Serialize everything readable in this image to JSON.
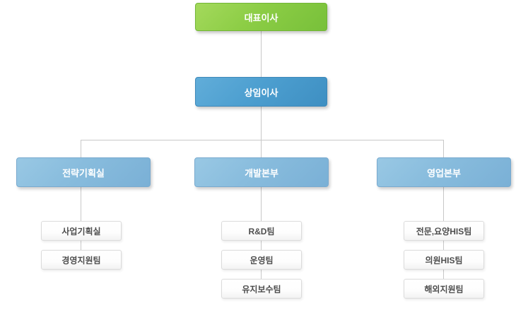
{
  "org_chart": {
    "nodes": {
      "ceo": "대표이사",
      "executive_director": "상임이사"
    },
    "branches": [
      {
        "label": "전략기획실",
        "children": [
          "사업기획실",
          "경영지원팀"
        ]
      },
      {
        "label": "개발본부",
        "children": [
          "R&D팀",
          "운영팀",
          "유지보수팀"
        ]
      },
      {
        "label": "영업본부",
        "children": [
          "전문,요양HIS팀",
          "의원HIS팀",
          "해외지원팀"
        ]
      }
    ],
    "colors": {
      "ceo_green": "#84c940",
      "director_blue": "#4a9fd0",
      "branch_blue": "#86bbdd",
      "leaf_background": "#ffffff",
      "leaf_border": "#dbdbdb",
      "leaf_text": "#4d4d4d",
      "connector": "#c8c8c8",
      "node_text": "#ffffff"
    }
  }
}
